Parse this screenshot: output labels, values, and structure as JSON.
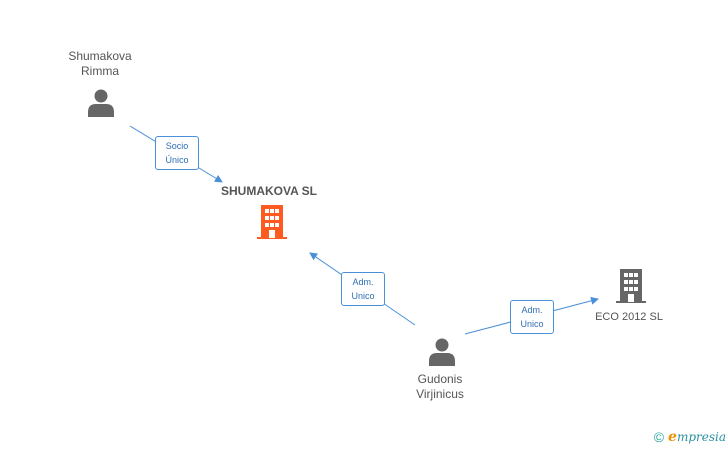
{
  "nodes": {
    "shumakova_rimma": {
      "line1": "Shumakova",
      "line2": "Rimma",
      "icon": "person-icon"
    },
    "shumakova_sl": {
      "name": "SHUMAKOVA SL",
      "icon": "building-icon",
      "color": "#ff5a1f"
    },
    "eco_2012_sl": {
      "name": "ECO 2012 SL",
      "icon": "building-icon",
      "color": "#666666"
    },
    "gudonis_virjinicus": {
      "line1": "Gudonis",
      "line2": "Virjinicus",
      "icon": "person-icon"
    }
  },
  "edges": {
    "rimma_to_shumakova": {
      "line1": "Socio",
      "line2": "Único"
    },
    "gudonis_to_shumakova": {
      "line1": "Adm.",
      "line2": "Unico"
    },
    "gudonis_to_eco": {
      "line1": "Adm.",
      "line2": "Unico"
    }
  },
  "colors": {
    "edge": "#4a90d9",
    "person": "#666666"
  },
  "brand": {
    "copyright": "©",
    "first_letter": "e",
    "name": "mpresia"
  }
}
